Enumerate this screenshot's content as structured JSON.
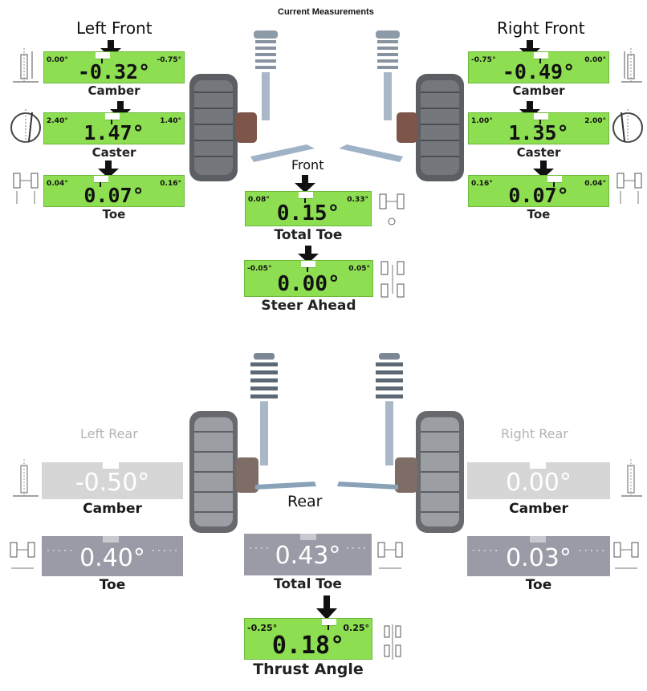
{
  "header": {
    "title": "Current Measurements"
  },
  "sections": {
    "left_front": "Left Front",
    "right_front": "Right Front",
    "front": "Front",
    "left_rear": "Left Rear",
    "right_rear": "Right Rear",
    "rear": "Rear"
  },
  "left_front": {
    "camber": {
      "label": "Camber",
      "value": "-0.32°",
      "min": "0.00°",
      "max": "-0.75°"
    },
    "caster": {
      "label": "Caster",
      "value": "1.47°",
      "min": "2.40°",
      "max": "1.40°"
    },
    "toe": {
      "label": "Toe",
      "value": "0.07°",
      "min": "0.04°",
      "max": "0.16°"
    }
  },
  "right_front": {
    "camber": {
      "label": "Camber",
      "value": "-0.49°",
      "min": "-0.75°",
      "max": "0.00°"
    },
    "caster": {
      "label": "Caster",
      "value": "1.35°",
      "min": "1.00°",
      "max": "2.00°"
    },
    "toe": {
      "label": "Toe",
      "value": "0.07°",
      "min": "0.16°",
      "max": "0.04°"
    }
  },
  "front_center": {
    "total_toe": {
      "label": "Total Toe",
      "value": "0.15°",
      "min": "0.08°",
      "max": "0.33°"
    },
    "steer_ahead": {
      "label": "Steer Ahead",
      "value": "0.00°",
      "min": "-0.05°",
      "max": "0.05°"
    }
  },
  "left_rear": {
    "camber": {
      "label": "Camber",
      "value": "-0.50°"
    },
    "toe": {
      "label": "Toe",
      "value": "0.40°"
    }
  },
  "right_rear": {
    "camber": {
      "label": "Camber",
      "value": "0.00°"
    },
    "toe": {
      "label": "Toe",
      "value": "0.03°"
    }
  },
  "rear_center": {
    "total_toe": {
      "label": "Total Toe",
      "value": "0.43°"
    },
    "thrust_angle": {
      "label": "Thrust Angle",
      "value": "0.18°",
      "min": "-0.25°",
      "max": "0.25°"
    }
  },
  "colors": {
    "gauge_green": "#8ede52",
    "rear_light": "#d2d2d2",
    "rear_dark": "#9a9aa6"
  }
}
